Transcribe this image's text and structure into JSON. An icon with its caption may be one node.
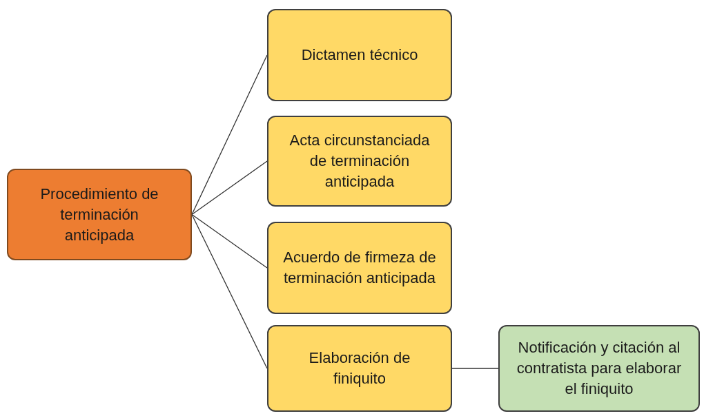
{
  "diagram": {
    "nodes": [
      {
        "text": [
          "Procedimiento de terminación anticipada"
        ]
      },
      {
        "text": [
          "Dictamen técnico"
        ]
      },
      {
        "text": [
          "Acta circunstanciada de terminación anticipada"
        ]
      },
      {
        "text": [
          "Acuerdo de firmeza de terminación anticipada"
        ]
      },
      {
        "text": [
          "Elaboración de finiquito"
        ]
      },
      {
        "text": [
          "Notificación y citación al contratista para elaborar el finiquito"
        ]
      }
    ],
    "edges": [
      {
        "from": 0,
        "to": 1,
        "arrow": "none"
      },
      {
        "from": 0,
        "to": 2,
        "arrow": "none"
      },
      {
        "from": 0,
        "to": 3,
        "arrow": "none"
      },
      {
        "from": 0,
        "to": 4,
        "arrow": "none"
      },
      {
        "from": 4,
        "to": 5,
        "arrow": "none"
      }
    ]
  }
}
